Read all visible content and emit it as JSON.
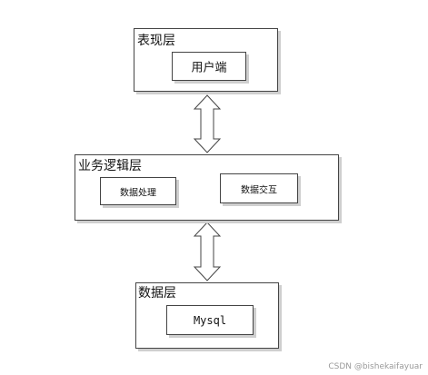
{
  "diagram": {
    "presentation_layer": {
      "title": "表现层",
      "component": "用户端"
    },
    "business_layer": {
      "title": "业务逻辑层",
      "components": [
        "数据处理",
        "数据交互"
      ]
    },
    "data_layer": {
      "title": "数据层",
      "component": "Mysql"
    },
    "connectors": [
      {
        "from": "presentation_layer",
        "to": "business_layer",
        "style": "double-arrow"
      },
      {
        "from": "business_layer",
        "to": "data_layer",
        "style": "double-arrow"
      }
    ]
  },
  "watermark": "CSDN @bishekaifayuar",
  "colors": {
    "stroke": "#444444",
    "shadow": "#cfcfcf",
    "background": "#ffffff"
  }
}
